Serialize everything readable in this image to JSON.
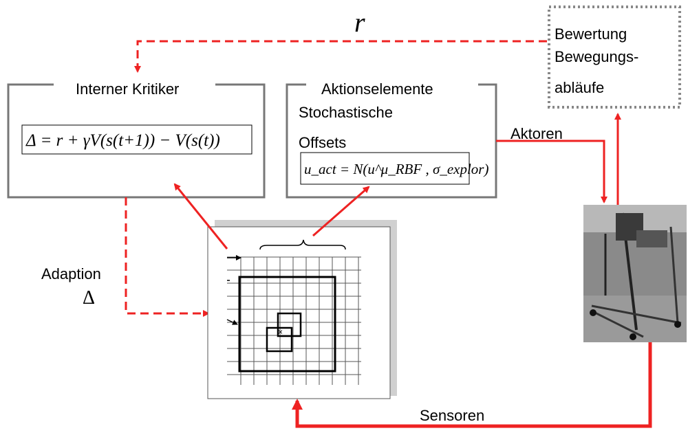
{
  "reward_symbol": "r",
  "evaluation_box": {
    "line1": "Bewertung",
    "line2": "Bewegungs-",
    "line3": "abläufe"
  },
  "critic_box": {
    "title": "Interner Kritiker",
    "formula": "Δ = r + γV(s(t+1)) − V(s(t))"
  },
  "action_box": {
    "title": "Aktionselemente",
    "line2": "Stochastische",
    "line3": "Offsets",
    "formula": "u_act = N(u^μ_RBF , σ_explor)"
  },
  "labels": {
    "actuators": "Aktoren",
    "sensors": "Sensoren",
    "adaption": "Adaption",
    "delta": "Δ"
  },
  "grid_image": {
    "center_marker": "×"
  },
  "robot_photo": {},
  "colors": {
    "arrow_red": "#ee2222",
    "box_gray": "#777777",
    "dotted_gray": "#888888"
  }
}
